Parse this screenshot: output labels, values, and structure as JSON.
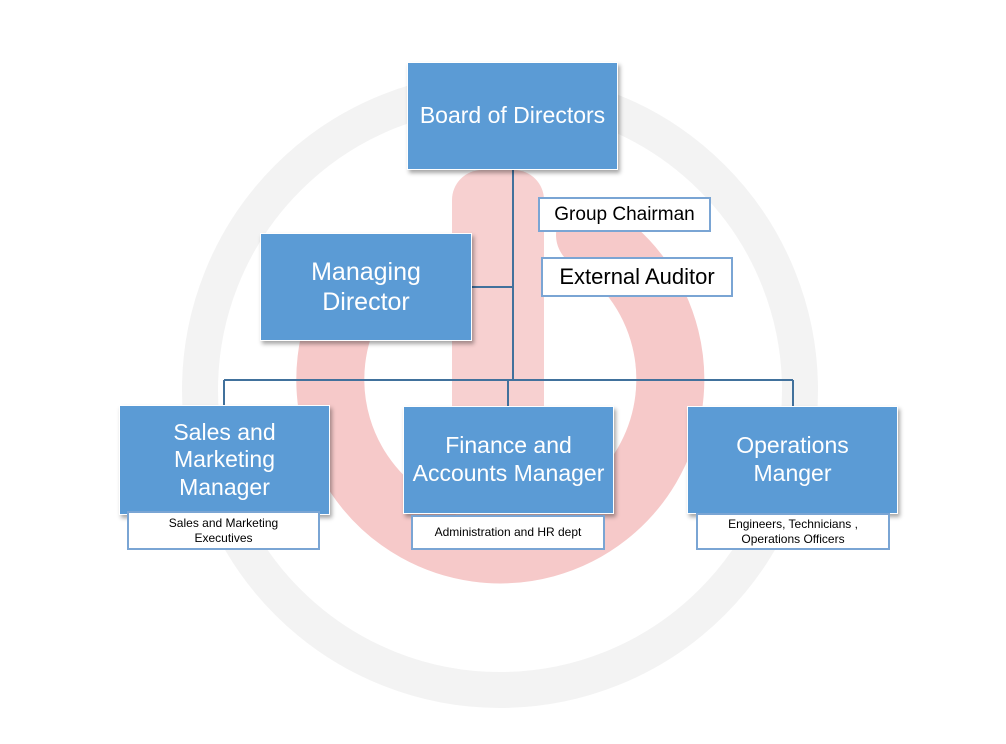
{
  "colors": {
    "box_fill": "#5b9bd5",
    "box_text": "#ffffff",
    "connector": "#41719c",
    "note_border": "#7aa5d4",
    "watermark": "#f4c6c6"
  },
  "board": {
    "label": "Board of Directors"
  },
  "notes": {
    "group_chairman": "Group Chairman",
    "external_auditor": "External Auditor"
  },
  "managing_director": {
    "label": "Managing Director"
  },
  "managers": {
    "sales": {
      "label": "Sales and Marketing Manager",
      "sub": "Sales and Marketing Executives"
    },
    "finance": {
      "label": "Finance and Accounts Manager",
      "sub": "Administration and HR dept"
    },
    "operations": {
      "label": "Operations Manger",
      "sub": "Engineers, Technicians , Operations Officers"
    }
  }
}
